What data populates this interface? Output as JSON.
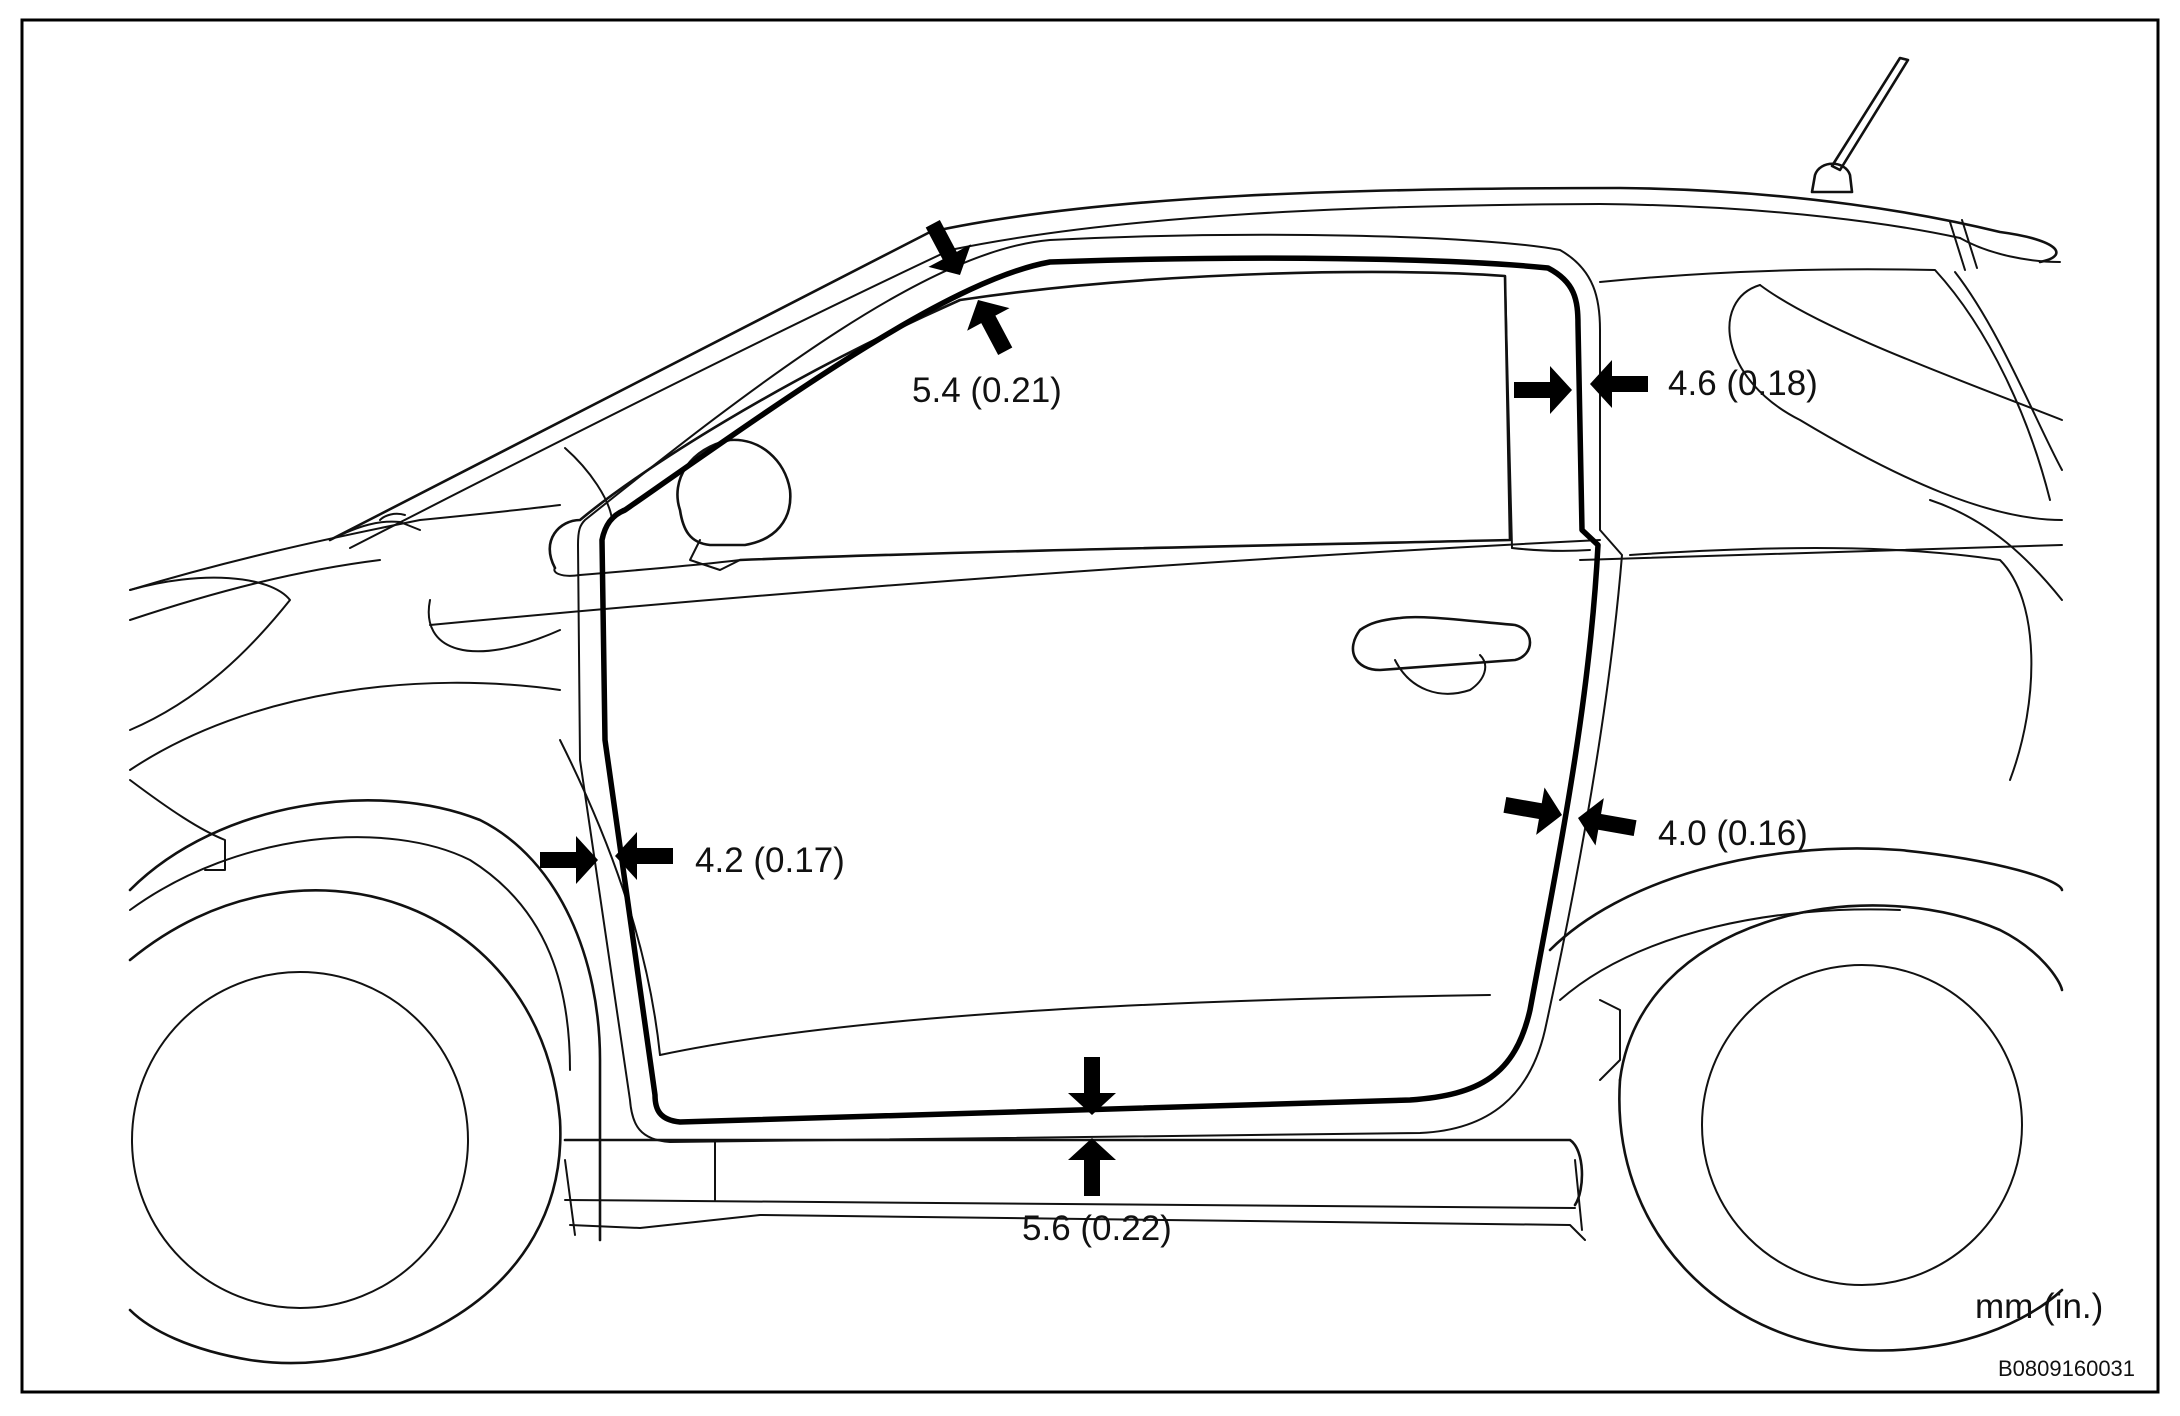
{
  "labels": {
    "roof_front": "5.4 (0.21)",
    "rear_upper": "4.6 (0.18)",
    "front_pillar": "4.2 (0.17)",
    "rear_lower": "4.0 (0.16)",
    "sill": "5.6 (0.22)"
  },
  "unit_note": "mm (in.)",
  "figure_code": "B0809160031",
  "icons": {
    "arrow": "measurement-arrow-icon",
    "antenna": "antenna-icon",
    "mirror": "side-mirror-icon",
    "handle": "door-handle-icon"
  }
}
